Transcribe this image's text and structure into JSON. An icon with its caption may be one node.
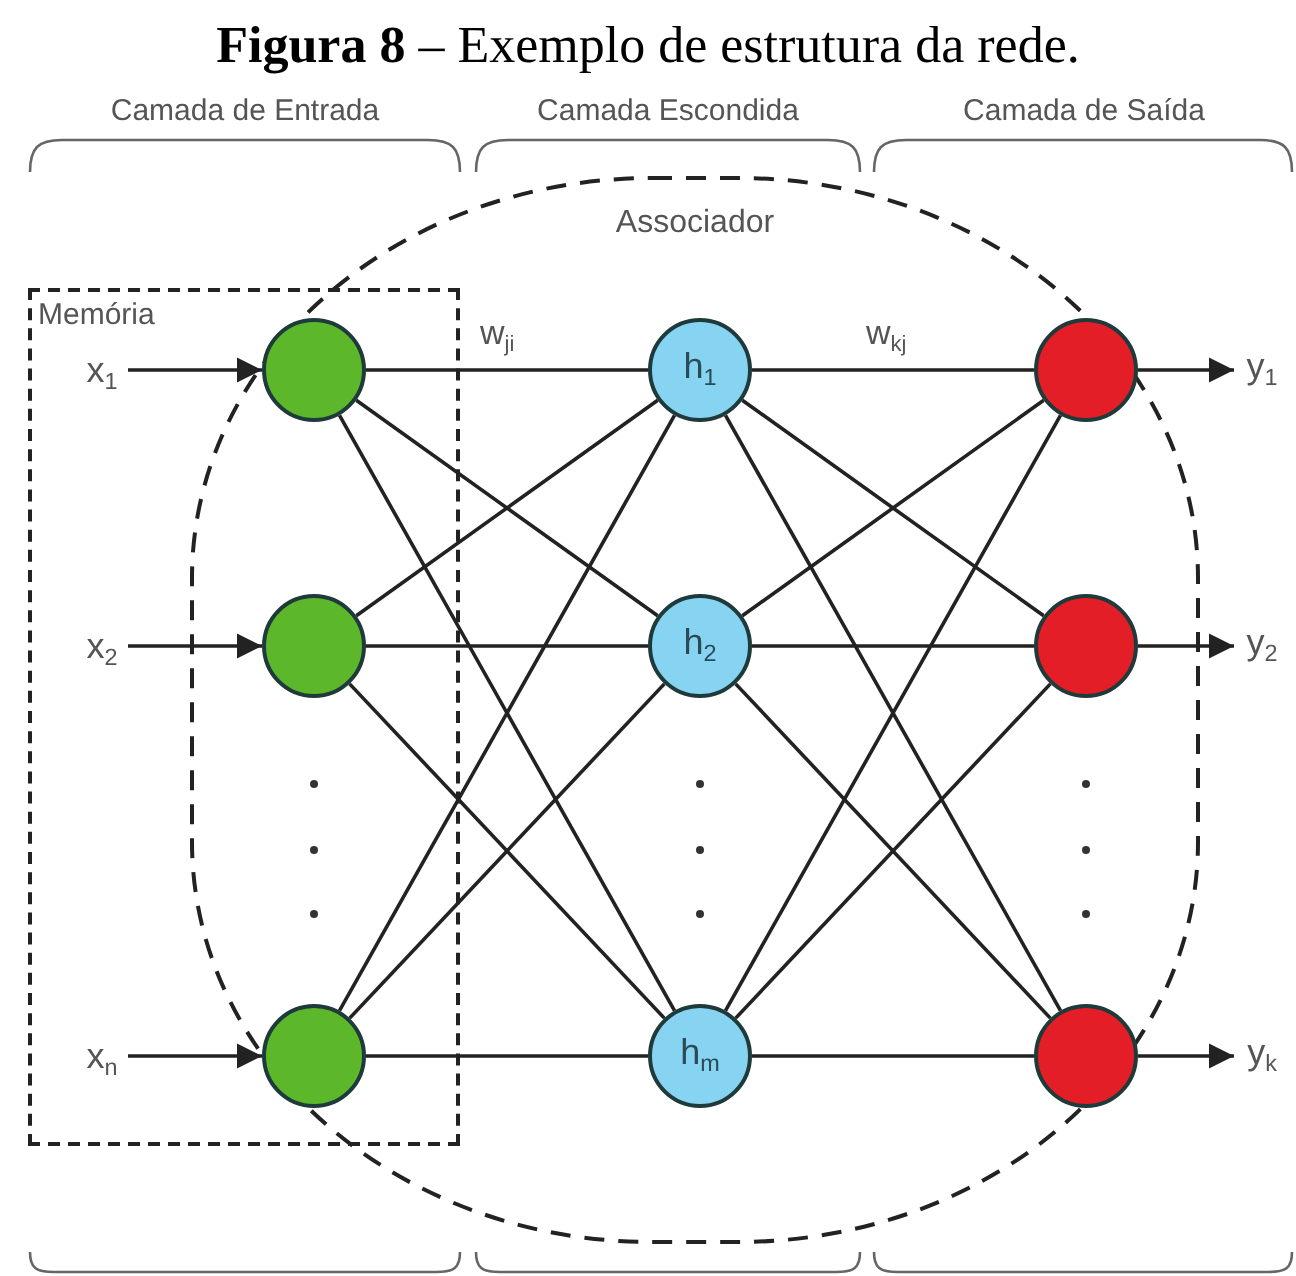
{
  "diagram": {
    "title": "**Figura 8** – Exemplo de estrutura da rede.",
    "nodes": [
      {
        "text": [
          "Associador"
        ]
      },
      {
        "text": [
          "Memória"
        ]
      },
      {
        "text": [
          "x$_{1}$"
        ],
        "in": 1
      },
      {
        "text": [],
        "shape": "circle"
      },
      {
        "text": [
          "h$_{1}$"
        ],
        "in": 0
      },
      {
        "text": [],
        "shape": "circle",
        "in": 0
      },
      {
        "text": [
          "y$_{1}$"
        ]
      },
      {
        "text": [
          "x$_{2}$"
        ],
        "in": 1
      },
      {
        "text": [],
        "shape": "circle"
      },
      {
        "text": [
          "h$_{2}$"
        ],
        "in": 0
      },
      {
        "text": [],
        "shape": "circle",
        "in": 0
      },
      {
        "text": [
          "y$_{2}$"
        ]
      },
      {
        "text": [
          "x$_{n}$"
        ],
        "in": 1
      },
      {
        "text": [],
        "shape": "circle"
      },
      {
        "text": [
          "h$_{m}$"
        ],
        "in": 0
      },
      {
        "text": [],
        "shape": "circle",
        "in": 0
      },
      {
        "text": [
          "y$_{k}$"
        ]
      }
    ],
    "edges": [
      {
        "from": 2,
        "to": 3,
        "arrow": "to"
      },
      {
        "from": 7,
        "to": 8,
        "arrow": "to"
      },
      {
        "from": 12,
        "to": 13,
        "arrow": "to"
      },
      {
        "from": 3,
        "to": 4,
        "arrow": "none"
      },
      {
        "from": 3,
        "to": 9,
        "arrow": "none"
      },
      {
        "from": 3,
        "to": 14,
        "arrow": "none"
      },
      {
        "from": 8,
        "to": 4,
        "arrow": "none"
      },
      {
        "from": 8,
        "to": 9,
        "arrow": "none"
      },
      {
        "from": 8,
        "to": 14,
        "arrow": "none"
      },
      {
        "from": 13,
        "to": 4,
        "arrow": "none"
      },
      {
        "from": 13,
        "to": 9,
        "arrow": "none"
      },
      {
        "from": 13,
        "to": 14,
        "arrow": "none"
      },
      {
        "from": 4,
        "to": 5,
        "arrow": "none"
      },
      {
        "from": 4,
        "to": 10,
        "arrow": "none"
      },
      {
        "from": 4,
        "to": 15,
        "arrow": "none"
      },
      {
        "from": 9,
        "to": 5,
        "arrow": "none"
      },
      {
        "from": 9,
        "to": 10,
        "arrow": "none"
      },
      {
        "from": 9,
        "to": 15,
        "arrow": "none"
      },
      {
        "from": 14,
        "to": 5,
        "arrow": "none"
      },
      {
        "from": 14,
        "to": 10,
        "arrow": "none"
      },
      {
        "from": 14,
        "to": 15,
        "arrow": "none"
      },
      {
        "from": 5,
        "to": 6,
        "arrow": "to"
      },
      {
        "from": 10,
        "to": 11,
        "arrow": "to"
      },
      {
        "from": 15,
        "to": 16,
        "arrow": "to"
      }
    ],
    "labels": [
      "Camada de Entrada",
      "Camada Escondida",
      "Camada de Saída",
      "w$_{ji}$",
      "w$_{kj}$"
    ]
  }
}
